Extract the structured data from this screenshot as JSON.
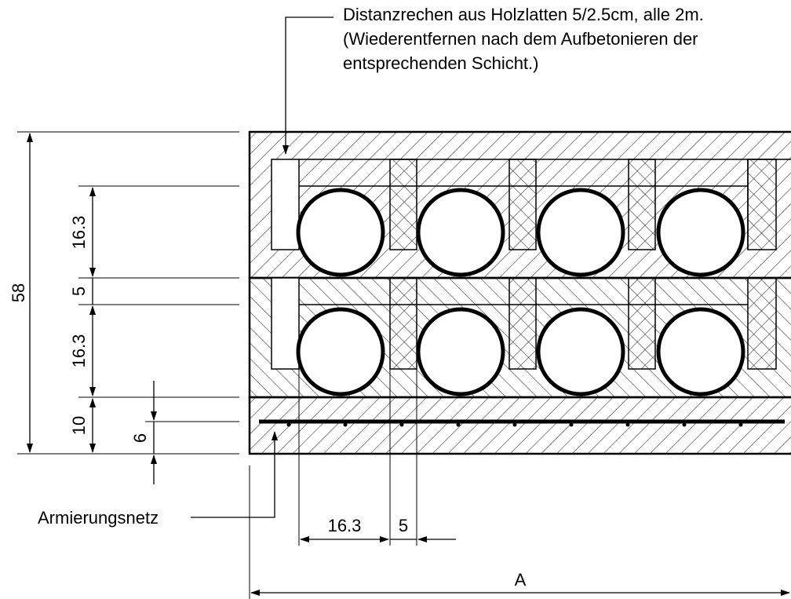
{
  "annotations": {
    "spacer_note": [
      "Distanzrechen aus Holzlatten 5/2.5cm, alle 2m.",
      "(Wiederentfernen nach dem Aufbetonieren der",
      "entsprechenden Schicht.)"
    ],
    "reinforcement_label": "Armierungsnetz"
  },
  "dimensions": {
    "total_height": "58",
    "upper_pipe_layer": "16.3",
    "spacer_layer": "5",
    "lower_pipe_layer": "16.3",
    "base_slab": "10",
    "rebar_cover": "6",
    "pipe_width": "16.3",
    "spacer_width": "5",
    "overall_width": "A"
  },
  "structure": {
    "pipe_rows": 2,
    "pipes_per_row": 4,
    "hatch_color": "#000000",
    "line_color": "#000000"
  }
}
